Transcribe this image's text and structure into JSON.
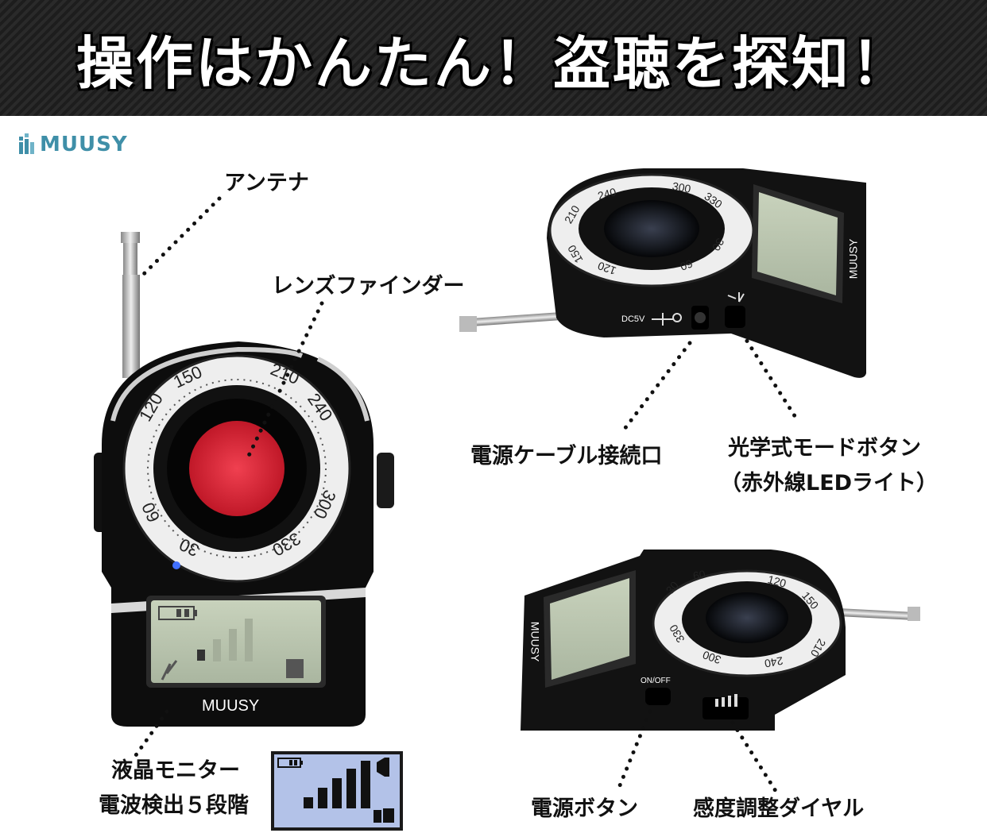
{
  "header": {
    "title": "操作はかんたん！盗聴を探知！"
  },
  "brand": {
    "name": "MUUSY"
  },
  "callouts": {
    "antenna": "アンテナ",
    "lens_finder": "レンズファインダー",
    "lcd_monitor": "液晶モニター",
    "signal_levels": "電波検出５段階",
    "power_cable_port": "電源ケーブル接続口",
    "optical_mode_button": "光学式モードボタン",
    "infrared_led": "（赤外線LEDライト）",
    "power_button": "電源ボタン",
    "sensitivity_dial": "感度調整ダイヤル"
  },
  "device": {
    "dial_numbers_front": [
      "120",
      "150",
      "210",
      "240",
      "300",
      "330",
      "30",
      "60"
    ],
    "dial_numbers_top": [
      "210",
      "240",
      "300",
      "330",
      "30",
      "60",
      "120",
      "150"
    ],
    "dial_numbers_bottom": [
      "30",
      "60",
      "120",
      "150",
      "210",
      "240",
      "300",
      "330"
    ],
    "brand_on_body": "MUUSY",
    "dc_label": "DC5V",
    "onoff_label": "ON/OFF"
  },
  "colors": {
    "header_bg": "#222222",
    "brand_teal": "#3f8fa8",
    "lens_red": "#e0283a",
    "lcd_green": "#c4d0b8",
    "lcd_blue": "#b3c2e8"
  }
}
